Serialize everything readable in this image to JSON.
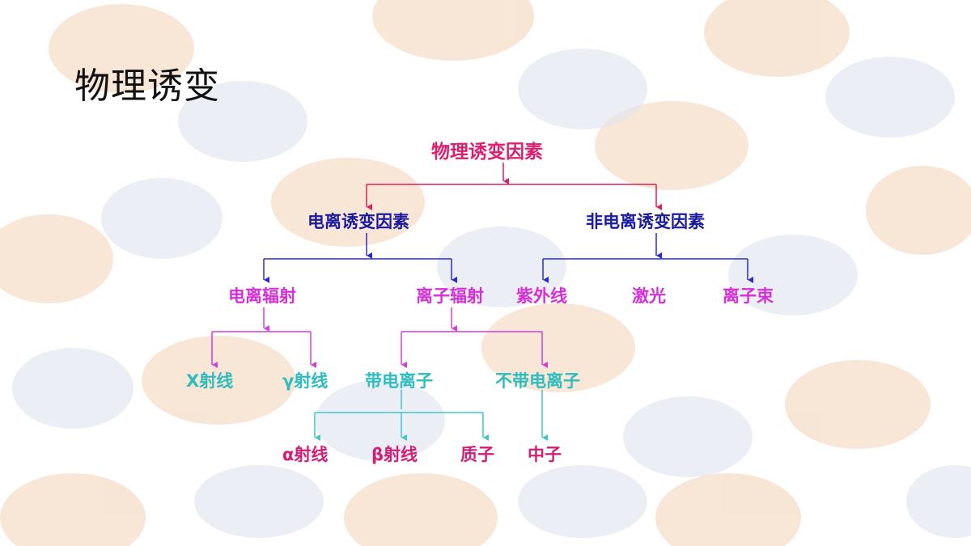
{
  "title": "物理诱变",
  "colors": {
    "level0": "#dc1f6e",
    "level1": "#1b1b9f",
    "level2": "#d52fd8",
    "level3": "#2fbcbe",
    "level4": "#d11f78",
    "edge_red": "#dc1f58",
    "edge_blue": "#2a2ad0",
    "edge_magenta": "#d23fd6",
    "edge_cyan": "#3ec7c7"
  },
  "diagram": {
    "root": "物理诱变因素",
    "ionizing": "电离诱变因素",
    "non_ionizing": "非电离诱变因素",
    "em_radiation": "电离辐射",
    "particle_radiation": "离子辐射",
    "uv": "紫外线",
    "laser": "激光",
    "ion_beam": "离子束",
    "x_ray": "X射线",
    "gamma_ray": "γ射线",
    "charged_particles": "带电离子",
    "uncharged_particles": "不带电离子",
    "alpha_ray": "α射线",
    "beta_ray": "β射线",
    "proton": "质子",
    "neutron": "中子"
  }
}
